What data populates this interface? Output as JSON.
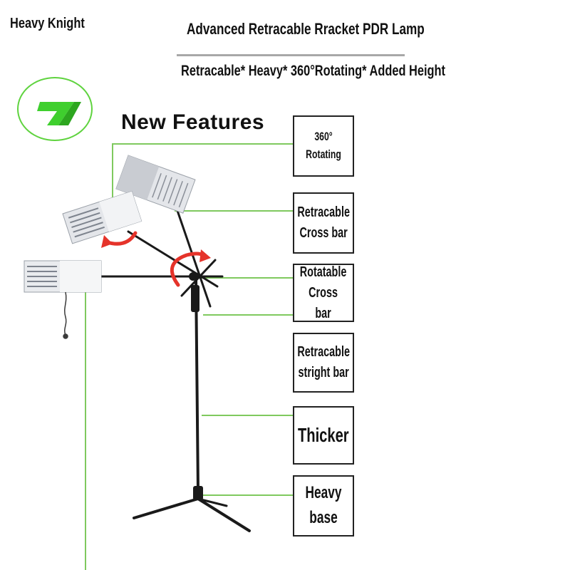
{
  "brand": "Heavy Knight",
  "title": "Advanced Retracable Rracket PDR Lamp",
  "subtitle": "Retracable* Heavy* 360°Rotating* Added Height",
  "section_heading": "New Features",
  "badge_glyph": "7",
  "colors": {
    "leader_line": "#7fc95e",
    "badge": "#5fd33f",
    "arrow": "#e5332a",
    "stand": "#1a1a1a"
  },
  "features": [
    {
      "label": "360° Rotating"
    },
    {
      "label": "Retracable\nCross bar"
    },
    {
      "label": "Rotatable\nCross bar"
    },
    {
      "label": "Retracable\nstright bar"
    },
    {
      "label": "Thicker"
    },
    {
      "label": "Heavy base"
    }
  ]
}
